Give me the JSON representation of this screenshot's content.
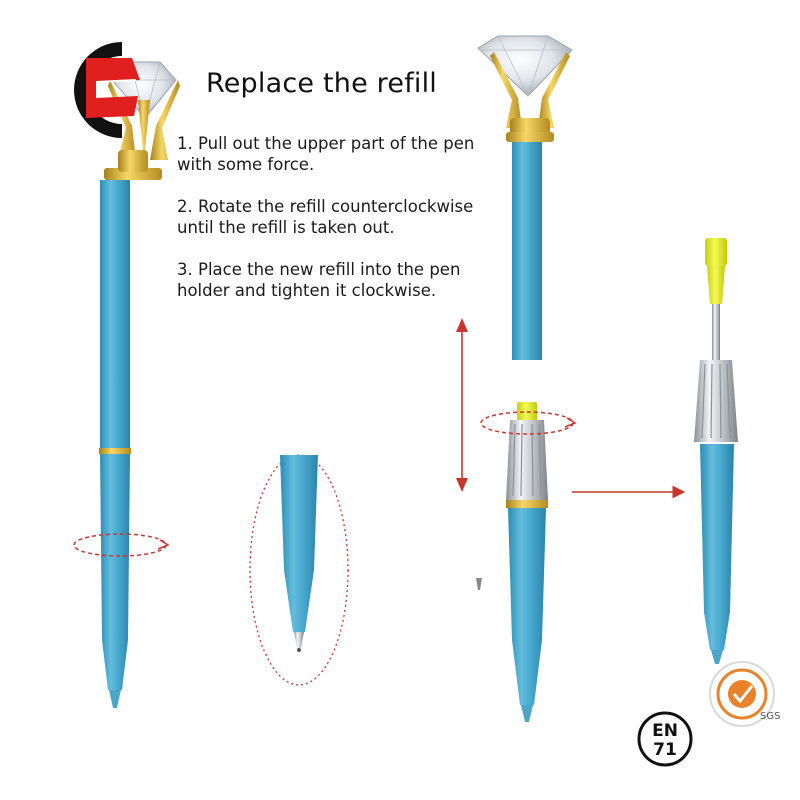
{
  "heading": "Replace the refill",
  "steps": [
    {
      "line1": "1. Pull out the upper part of the pen",
      "line2": "with some force."
    },
    {
      "line1": "2. Rotate the refill counterclockwise",
      "line2": "until the refill is taken out."
    },
    {
      "line1": "3. Place the new refill into the pen",
      "line2": "holder and tighten it clockwise."
    }
  ],
  "badges": {
    "en71_line1": "EN",
    "en71_line2": "71",
    "sgs_text": "SGS"
  },
  "colors": {
    "pen_body": "#46a7cb",
    "gold": "#d8ae2f",
    "refill_tip": "#e3ea2a",
    "guide_red": "#c8372f",
    "logo_red": "#e01f1f"
  }
}
